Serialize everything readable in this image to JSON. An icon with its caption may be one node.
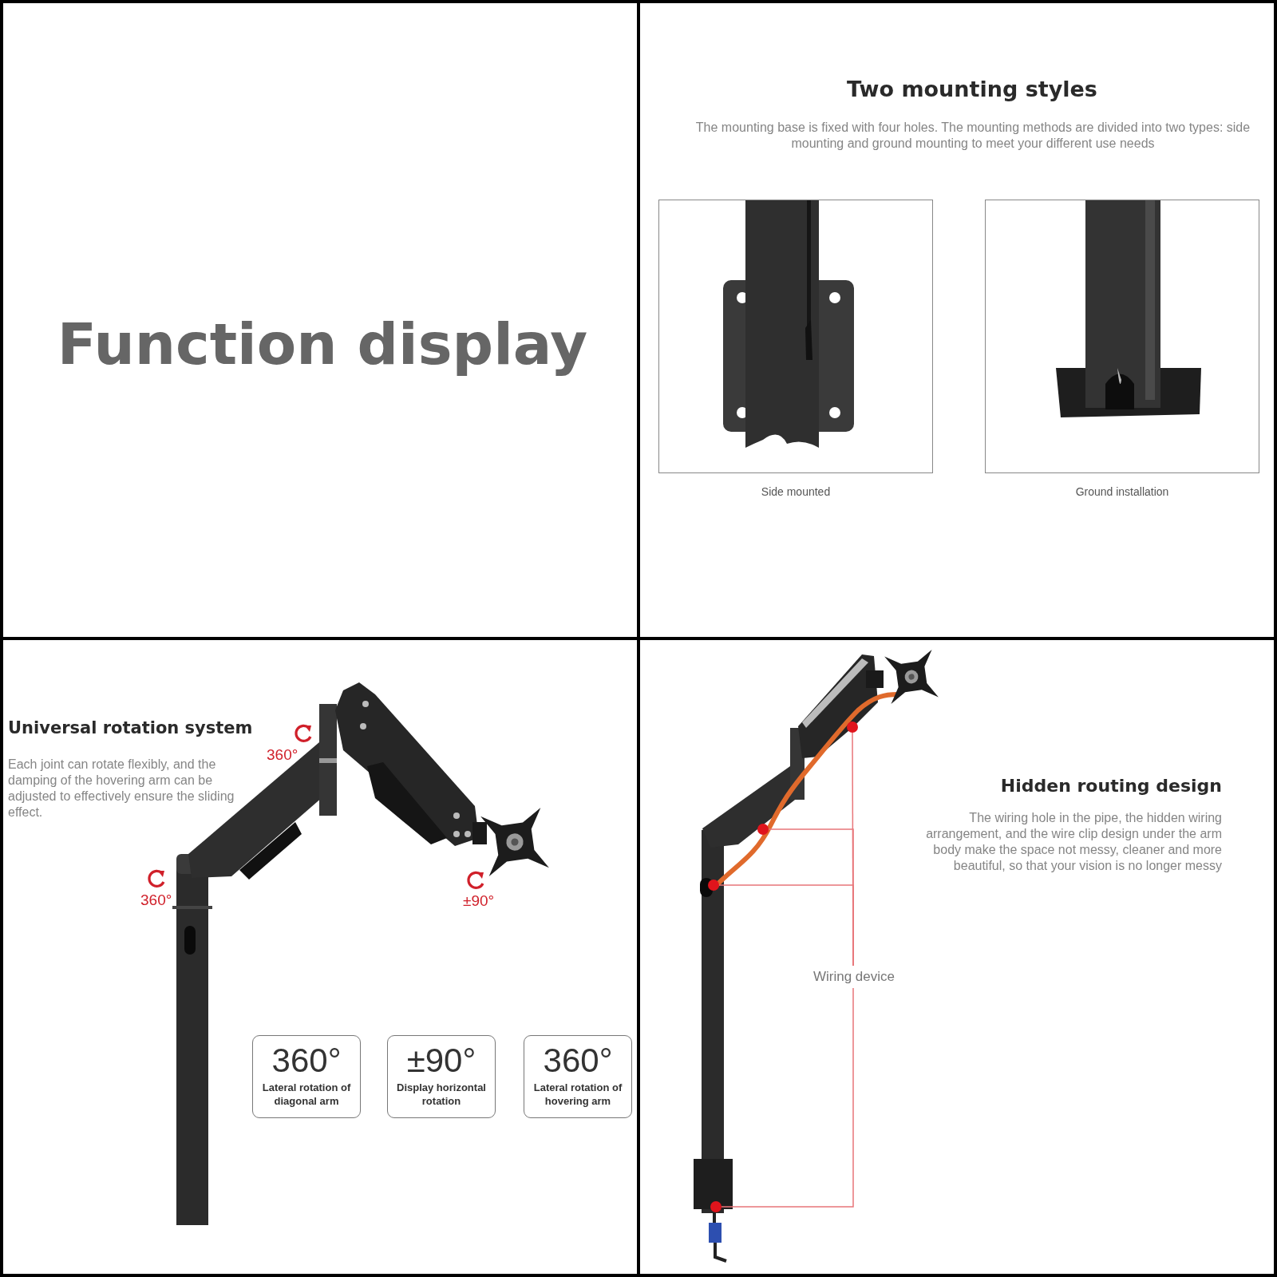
{
  "diagram": {
    "title": "Function display",
    "nodes": [
      {
        "text": [
          "360°",
          "Lateral rotation of diagonal arm"
        ]
      },
      {
        "text": [
          "±90°",
          "Display horizontal rotation"
        ]
      },
      {
        "text": [
          "360°",
          "Lateral rotation of hovering arm"
        ]
      },
      {
        "text": [
          "Wiring device"
        ]
      },
      {
        "text": [],
        "shape": "circle"
      },
      {
        "text": [],
        "shape": "circle"
      },
      {
        "text": [],
        "shape": "circle"
      },
      {
        "text": [],
        "shape": "circle"
      }
    ],
    "edges": [
      {
        "from": 3,
        "to": 4,
        "arrow": "none"
      },
      {
        "from": 3,
        "to": 5,
        "arrow": "none"
      },
      {
        "from": 3,
        "to": 6,
        "arrow": "none"
      },
      {
        "from": 3,
        "to": 7,
        "arrow": "none"
      }
    ],
    "labels": [
      "Two mounting styles",
      "The mounting base is fixed with four holes. The mounting methods are divided into two types: side mounting and ground mounting to meet your different use needs",
      "Side mounted",
      "Ground installation",
      "Universal rotation system",
      "Each joint can rotate flexibly, and the damping of the hovering arm can be adjusted to effectively ensure the sliding effect.",
      "360°",
      "360°",
      "±90°",
      "Hidden routing design",
      "The wiring hole in the pipe, the hidden wiring arrangement, and the wire clip design under the arm body make the space not messy, cleaner and more beautiful, so that your vision is no longer messy"
    ]
  }
}
